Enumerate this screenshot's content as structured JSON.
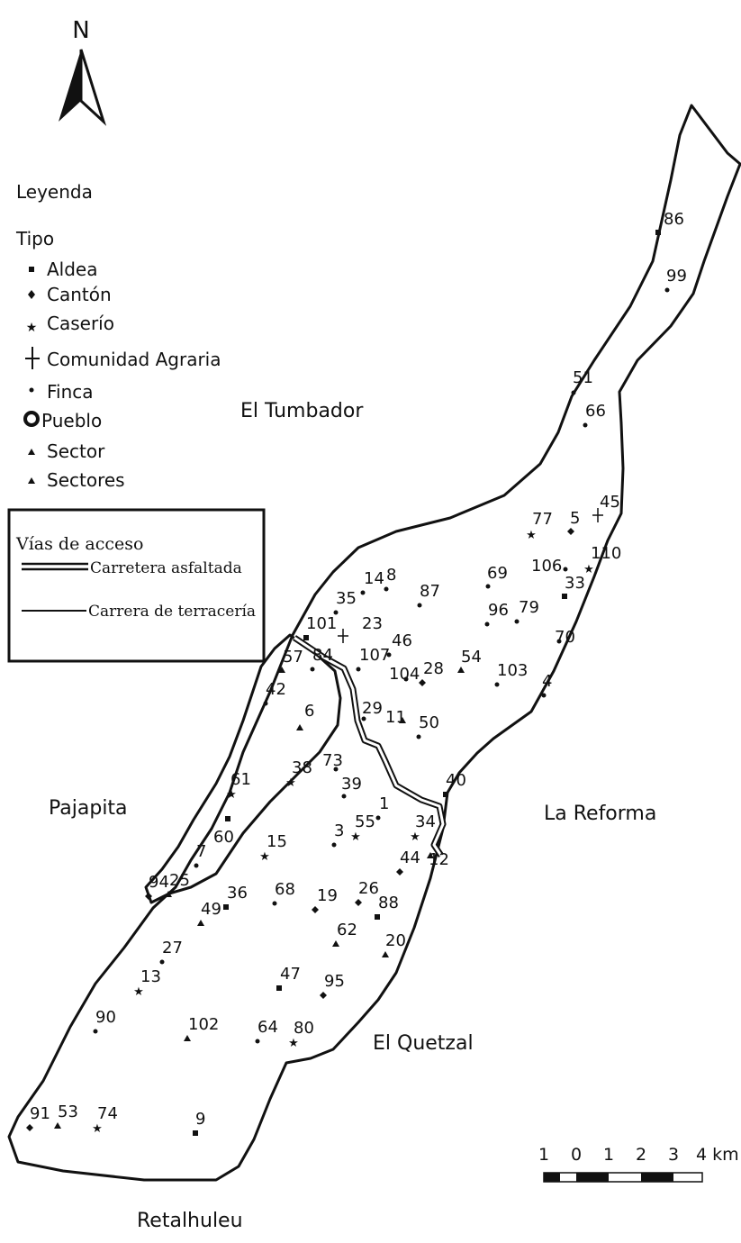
{
  "north": "N",
  "legend": {
    "title": "Leyenda",
    "subtitle": "Tipo",
    "items": [
      {
        "type": "aldea",
        "label": "Aldea"
      },
      {
        "type": "canton",
        "label": "Cantón"
      },
      {
        "type": "caserio",
        "label": "Caserío"
      },
      {
        "type": "comunidad",
        "label": "Comunidad Agraria"
      },
      {
        "type": "finca",
        "label": "Finca"
      },
      {
        "type": "pueblo",
        "label": "Pueblo"
      },
      {
        "type": "sector",
        "label": "Sector"
      },
      {
        "type": "sectores",
        "label": "Sectores"
      }
    ]
  },
  "access": {
    "title": "Vías de acceso",
    "paved": "Carretera asfaltada",
    "dirt": "Carrera de terracería"
  },
  "regions": {
    "north": "El Tumbador",
    "west": "Pajapita",
    "east": "La Reforma",
    "south_east": "El Quetzal",
    "south": "Retalhuleu"
  },
  "scale": {
    "ticks": [
      "1",
      "0",
      "1",
      "2",
      "3",
      "4 km"
    ]
  },
  "places": [
    {
      "label": "86",
      "type": "aldea"
    },
    {
      "label": "99",
      "type": "finca"
    },
    {
      "label": "51",
      "type": "finca"
    },
    {
      "label": "66",
      "type": "finca"
    },
    {
      "label": "45",
      "type": "comunidad"
    },
    {
      "label": "77",
      "type": "caserio"
    },
    {
      "label": "5",
      "type": "canton"
    },
    {
      "label": "110",
      "type": "caserio"
    },
    {
      "label": "106",
      "type": "finca"
    },
    {
      "label": "33",
      "type": "aldea"
    },
    {
      "label": "69",
      "type": "finca"
    },
    {
      "label": "96",
      "type": "finca"
    },
    {
      "label": "79",
      "type": "finca"
    },
    {
      "label": "70",
      "type": "finca"
    },
    {
      "label": "14",
      "type": "finca"
    },
    {
      "label": "8",
      "type": "finca"
    },
    {
      "label": "87",
      "type": "finca"
    },
    {
      "label": "35",
      "type": "finca"
    },
    {
      "label": "101",
      "type": "aldea"
    },
    {
      "label": "23",
      "type": "comunidad"
    },
    {
      "label": "46",
      "type": "finca"
    },
    {
      "label": "57",
      "type": "sector"
    },
    {
      "label": "107",
      "type": "finca"
    },
    {
      "label": "84",
      "type": "finca"
    },
    {
      "label": "104",
      "type": "finca"
    },
    {
      "label": "28",
      "type": "canton"
    },
    {
      "label": "54",
      "type": "sector"
    },
    {
      "label": "103",
      "type": "finca"
    },
    {
      "label": "4",
      "type": "finca"
    },
    {
      "label": "42",
      "type": "finca"
    },
    {
      "label": "6",
      "type": "sector"
    },
    {
      "label": "29",
      "type": "finca"
    },
    {
      "label": "11",
      "type": "sector"
    },
    {
      "label": "50",
      "type": "finca"
    },
    {
      "label": "73",
      "type": "finca"
    },
    {
      "label": "38",
      "type": "caserio"
    },
    {
      "label": "61",
      "type": "caserio"
    },
    {
      "label": "39",
      "type": "finca"
    },
    {
      "label": "40",
      "type": "aldea"
    },
    {
      "label": "1",
      "type": "finca"
    },
    {
      "label": "55",
      "type": "caserio"
    },
    {
      "label": "3",
      "type": "finca"
    },
    {
      "label": "34",
      "type": "caserio"
    },
    {
      "label": "60",
      "type": "aldea"
    },
    {
      "label": "7",
      "type": "finca"
    },
    {
      "label": "15",
      "type": "caserio"
    },
    {
      "label": "44",
      "type": "canton"
    },
    {
      "label": "12",
      "type": "sector"
    },
    {
      "label": "94",
      "type": "canton"
    },
    {
      "label": "25",
      "type": "sector"
    },
    {
      "label": "36",
      "type": "aldea"
    },
    {
      "label": "68",
      "type": "finca"
    },
    {
      "label": "19",
      "type": "canton"
    },
    {
      "label": "26",
      "type": "canton"
    },
    {
      "label": "88",
      "type": "aldea"
    },
    {
      "label": "49",
      "type": "sector"
    },
    {
      "label": "62",
      "type": "sector"
    },
    {
      "label": "20",
      "type": "sector"
    },
    {
      "label": "27",
      "type": "finca"
    },
    {
      "label": "13",
      "type": "caserio"
    },
    {
      "label": "47",
      "type": "aldea"
    },
    {
      "label": "95",
      "type": "canton"
    },
    {
      "label": "90",
      "type": "finca"
    },
    {
      "label": "102",
      "type": "sector"
    },
    {
      "label": "64",
      "type": "finca"
    },
    {
      "label": "80",
      "type": "caserio"
    },
    {
      "label": "91",
      "type": "canton"
    },
    {
      "label": "53",
      "type": "sector"
    },
    {
      "label": "74",
      "type": "caserio"
    },
    {
      "label": "9",
      "type": "aldea"
    }
  ]
}
